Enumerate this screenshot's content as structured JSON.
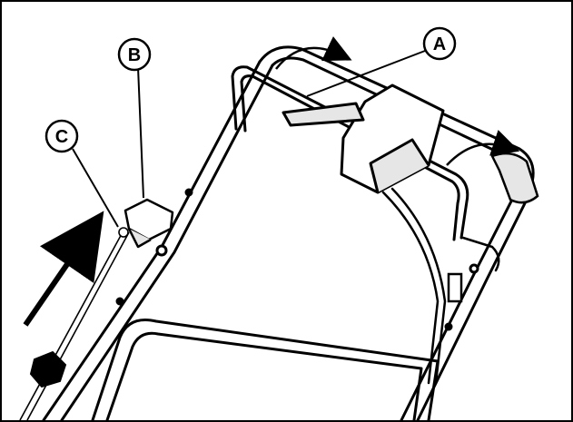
{
  "figure": {
    "callouts": [
      {
        "id": "A",
        "label": "A"
      },
      {
        "id": "B",
        "label": "B"
      },
      {
        "id": "C",
        "label": "C"
      }
    ],
    "colors": {
      "ink": "#000000",
      "paper": "#ffffff",
      "shade": "#e6e6e6"
    }
  }
}
